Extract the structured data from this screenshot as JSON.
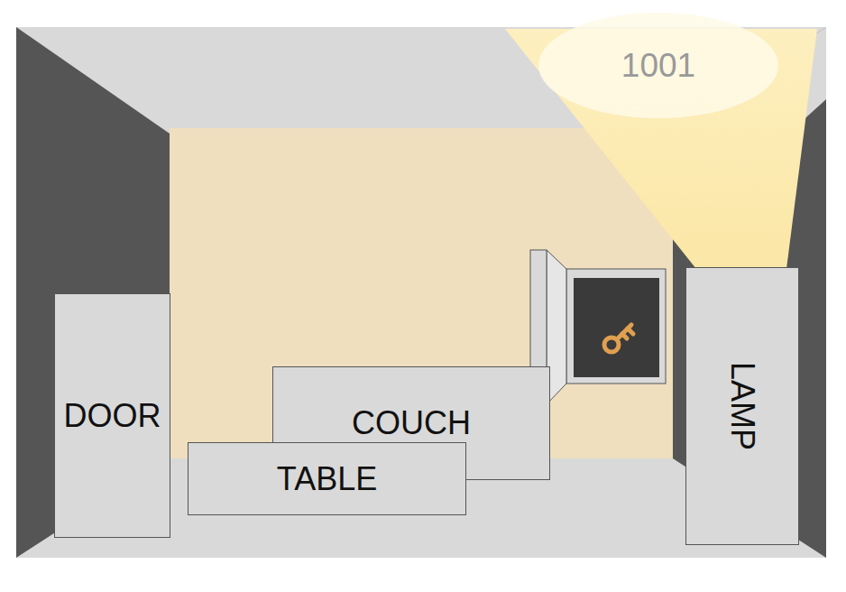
{
  "diagram": {
    "nodes": [
      {
        "text": [
          "1001"
        ]
      },
      {
        "text": [
          "LAMP"
        ]
      },
      {
        "text": [
          "DOOR"
        ]
      },
      {
        "text": [
          "COUCH"
        ]
      },
      {
        "text": [
          "TABLE"
        ]
      }
    ]
  }
}
